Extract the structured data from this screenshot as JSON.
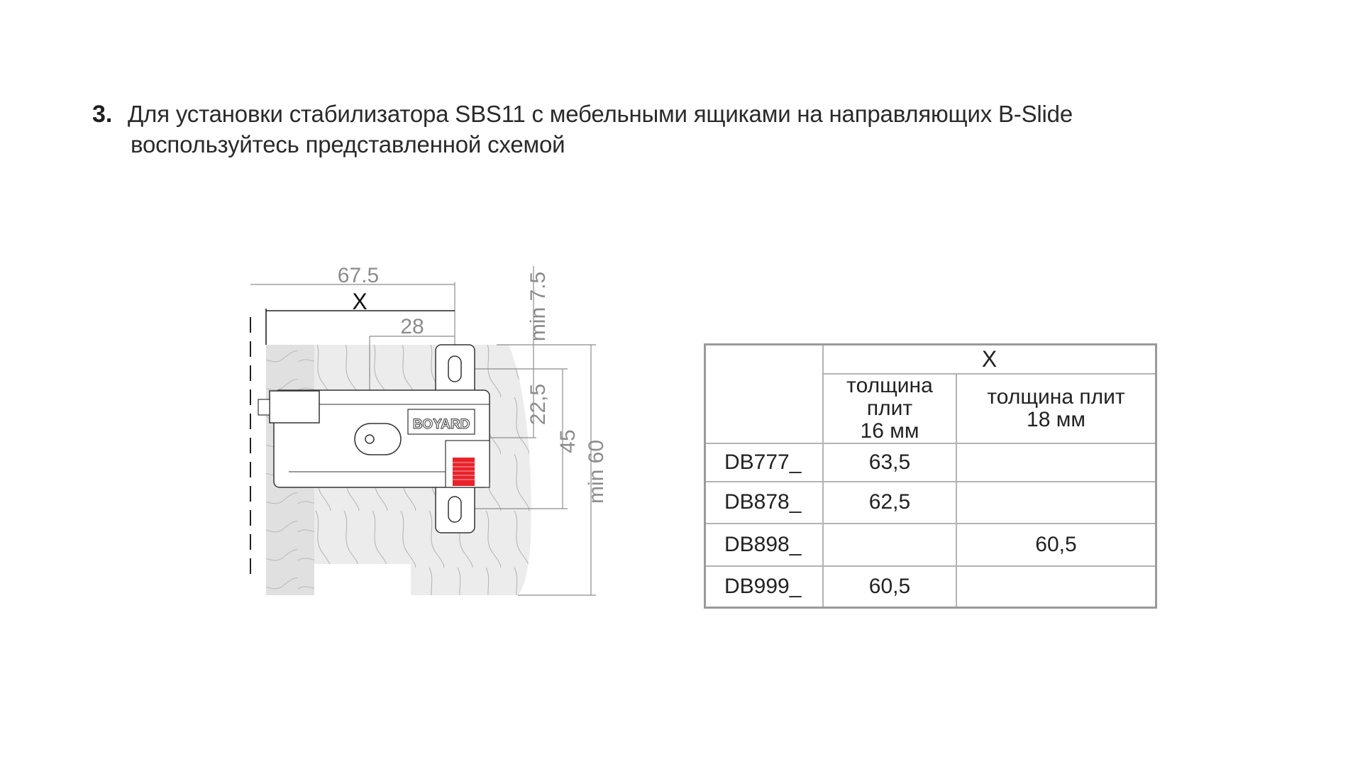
{
  "instruction": {
    "number": "3.",
    "line1": "Для установки стабилизатора SBS11 с мебельными ящиками на направляющих B-Slide",
    "line2": "воспользуйтесь представленной схемой"
  },
  "drawing": {
    "dim_overall": "67.5",
    "dim_x": "X",
    "dim_28": "28",
    "dim_min_7_5": "min 7.5",
    "dim_22_5": "22,5",
    "dim_45": "45",
    "dim_min_60": "min 60",
    "logo": "BOYARD",
    "accent_color": "#e8222a"
  },
  "table": {
    "header_x": "X",
    "col1": [
      "толщина плит",
      "16 мм"
    ],
    "col2": [
      "толщина плит",
      "18 мм"
    ],
    "rows": [
      {
        "model": "DB777_",
        "v16": "63,5",
        "v18": ""
      },
      {
        "model": "DB878_",
        "v16": "62,5",
        "v18": ""
      },
      {
        "model": "DB898_",
        "v16": "",
        "v18": "60,5"
      },
      {
        "model": "DB999_",
        "v16": "60,5",
        "v18": ""
      }
    ]
  }
}
